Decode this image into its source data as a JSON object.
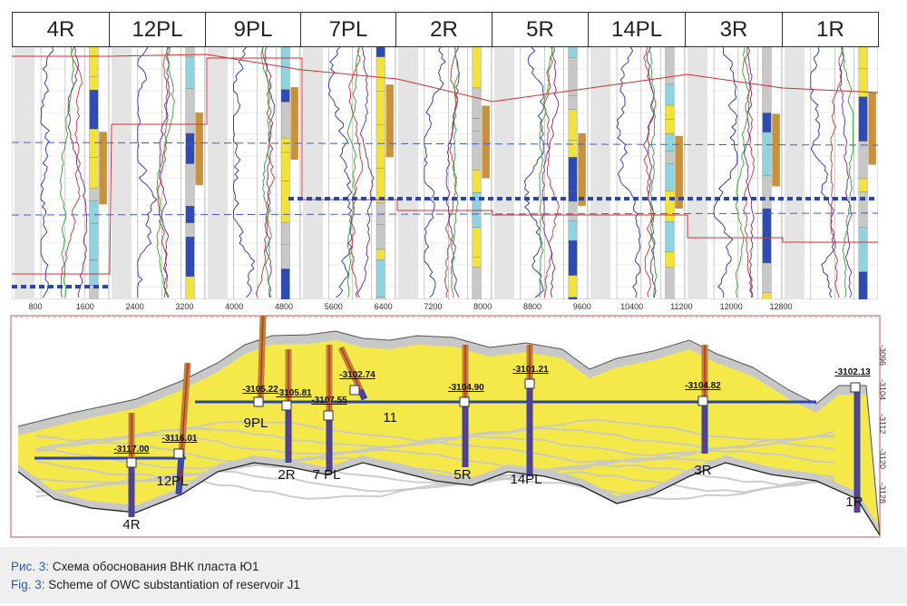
{
  "wells_header": [
    "4R",
    "12PL",
    "9PL",
    "7PL",
    "2R",
    "5R",
    "14PL",
    "3R",
    "1R"
  ],
  "x_axis_ticks": [
    "800",
    "1600",
    "2400",
    "3200",
    "4000",
    "4800",
    "5600",
    "6400",
    "7200",
    "8000",
    "8800",
    "9600",
    "10400",
    "11200",
    "12000",
    "12800"
  ],
  "depth_axis_ticks": [
    "-3096",
    "-3104",
    "-3112",
    "-3120",
    "-3128"
  ],
  "section": {
    "wells": [
      {
        "name": "4R",
        "owc": "-3117.00"
      },
      {
        "name": "12PL",
        "owc": "-3116.01"
      },
      {
        "name": "9PL",
        "owc": "-3105.22"
      },
      {
        "name": "2R",
        "owc": "-3105.81"
      },
      {
        "name": "7 PL",
        "owc": "-3107.55"
      },
      {
        "name": "11",
        "owc": "-3102.74"
      },
      {
        "name": "5R",
        "owc": "-3104.90"
      },
      {
        "name": "14PL",
        "owc": "-3101.21"
      },
      {
        "name": "3R",
        "owc": "-3104.82"
      },
      {
        "name": "1R",
        "owc": "-3102.13"
      }
    ],
    "colors": {
      "sand": "#f5e94a",
      "shale": "#c8c8c8",
      "owc": "#2a44b0",
      "well_water": "#2d4bb5",
      "well_oil": "#b8853a"
    }
  },
  "caption": {
    "ru_label": "Рис. 3:",
    "ru_text": " Схема обоснования ВНК пласта Ю1",
    "en_label": "Fig. 3:",
    "en_text": " Scheme of OWC substantiation of reservoir J1"
  }
}
